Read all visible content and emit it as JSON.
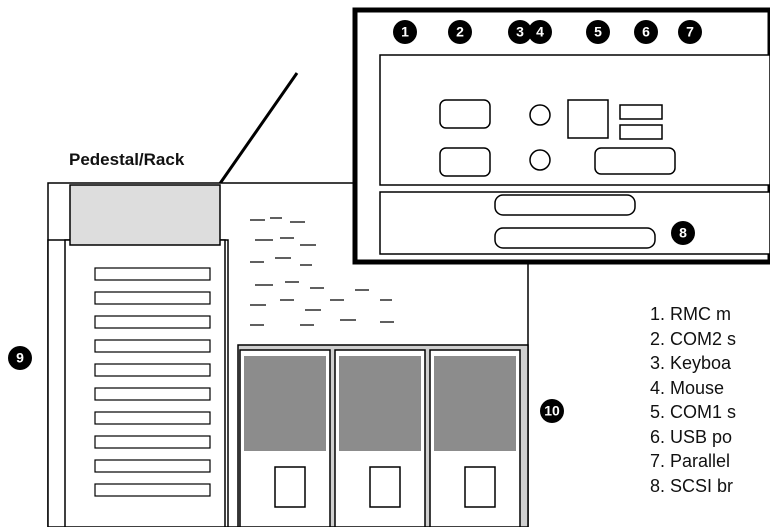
{
  "diagram": {
    "title": "Pedestal/Rack",
    "callouts": [
      "1",
      "2",
      "3",
      "4",
      "5",
      "6",
      "7",
      "8",
      "9",
      "10"
    ],
    "legend": [
      "1. RMC m",
      "2. COM2 s",
      "3. Keyboa",
      "4. Mouse",
      "5. COM1 s",
      "6. USB po",
      "7. Parallel",
      "8. SCSI br"
    ]
  },
  "colors": {
    "line": "#000000",
    "fill": "#ffffff",
    "panel": "#cccccc",
    "grill": "#8c8c8c",
    "callout": "#000000"
  }
}
